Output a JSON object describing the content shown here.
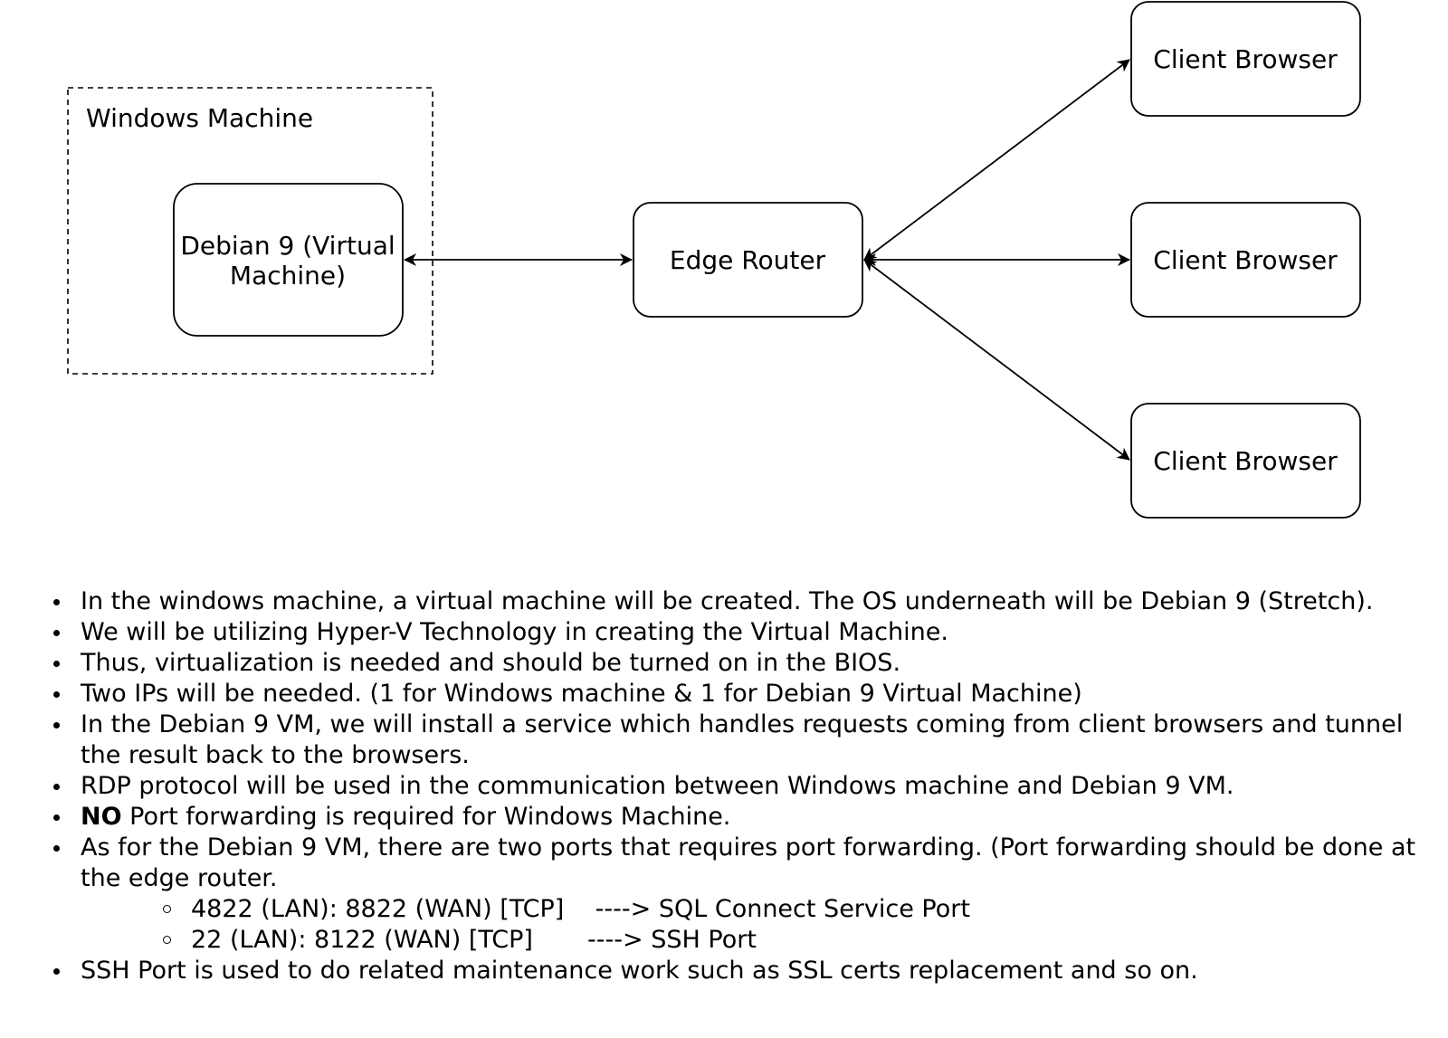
{
  "diagram": {
    "windows_group_label": "Windows Machine",
    "vm_label_line1": "Debian 9 (Virtual",
    "vm_label_line2": "Machine)",
    "router_label": "Edge Router",
    "clients": [
      {
        "label": "Client Browser"
      },
      {
        "label": "Client Browser"
      },
      {
        "label": "Client Browser"
      }
    ]
  },
  "notes": {
    "items": [
      "In the windows machine, a virtual machine will be created. The OS underneath will be Debian 9 (Stretch).",
      "We will be utilizing Hyper-V Technology in creating the Virtual Machine.",
      "Thus, virtualization is needed and should be turned on in the BIOS.",
      "Two IPs will be needed. (1 for Windows machine & 1 for Debian 9 Virtual Machine)",
      "In the Debian 9 VM, we will install a service which handles requests coming from client browsers and tunnel the result back to the browsers.",
      "RDP protocol will be used in the communication between Windows machine and Debian 9 VM."
    ],
    "no_port": {
      "bold": "NO",
      "rest": " Port forwarding is required for Windows Machine."
    },
    "port_forwarding": {
      "text": "As for the Debian 9 VM, there are two ports that requires port forwarding. (Port forwarding should be done at the edge router.",
      "ports": [
        {
          "text": "4822 (LAN): 8822 (WAN) [TCP]    ----> SQL Connect Service Port"
        },
        {
          "text": "22 (LAN): 8122 (WAN) [TCP]       ----> SSH Port"
        }
      ]
    },
    "last_item": "SSH Port is used to do related maintenance work such as SSL certs replacement and so on."
  }
}
